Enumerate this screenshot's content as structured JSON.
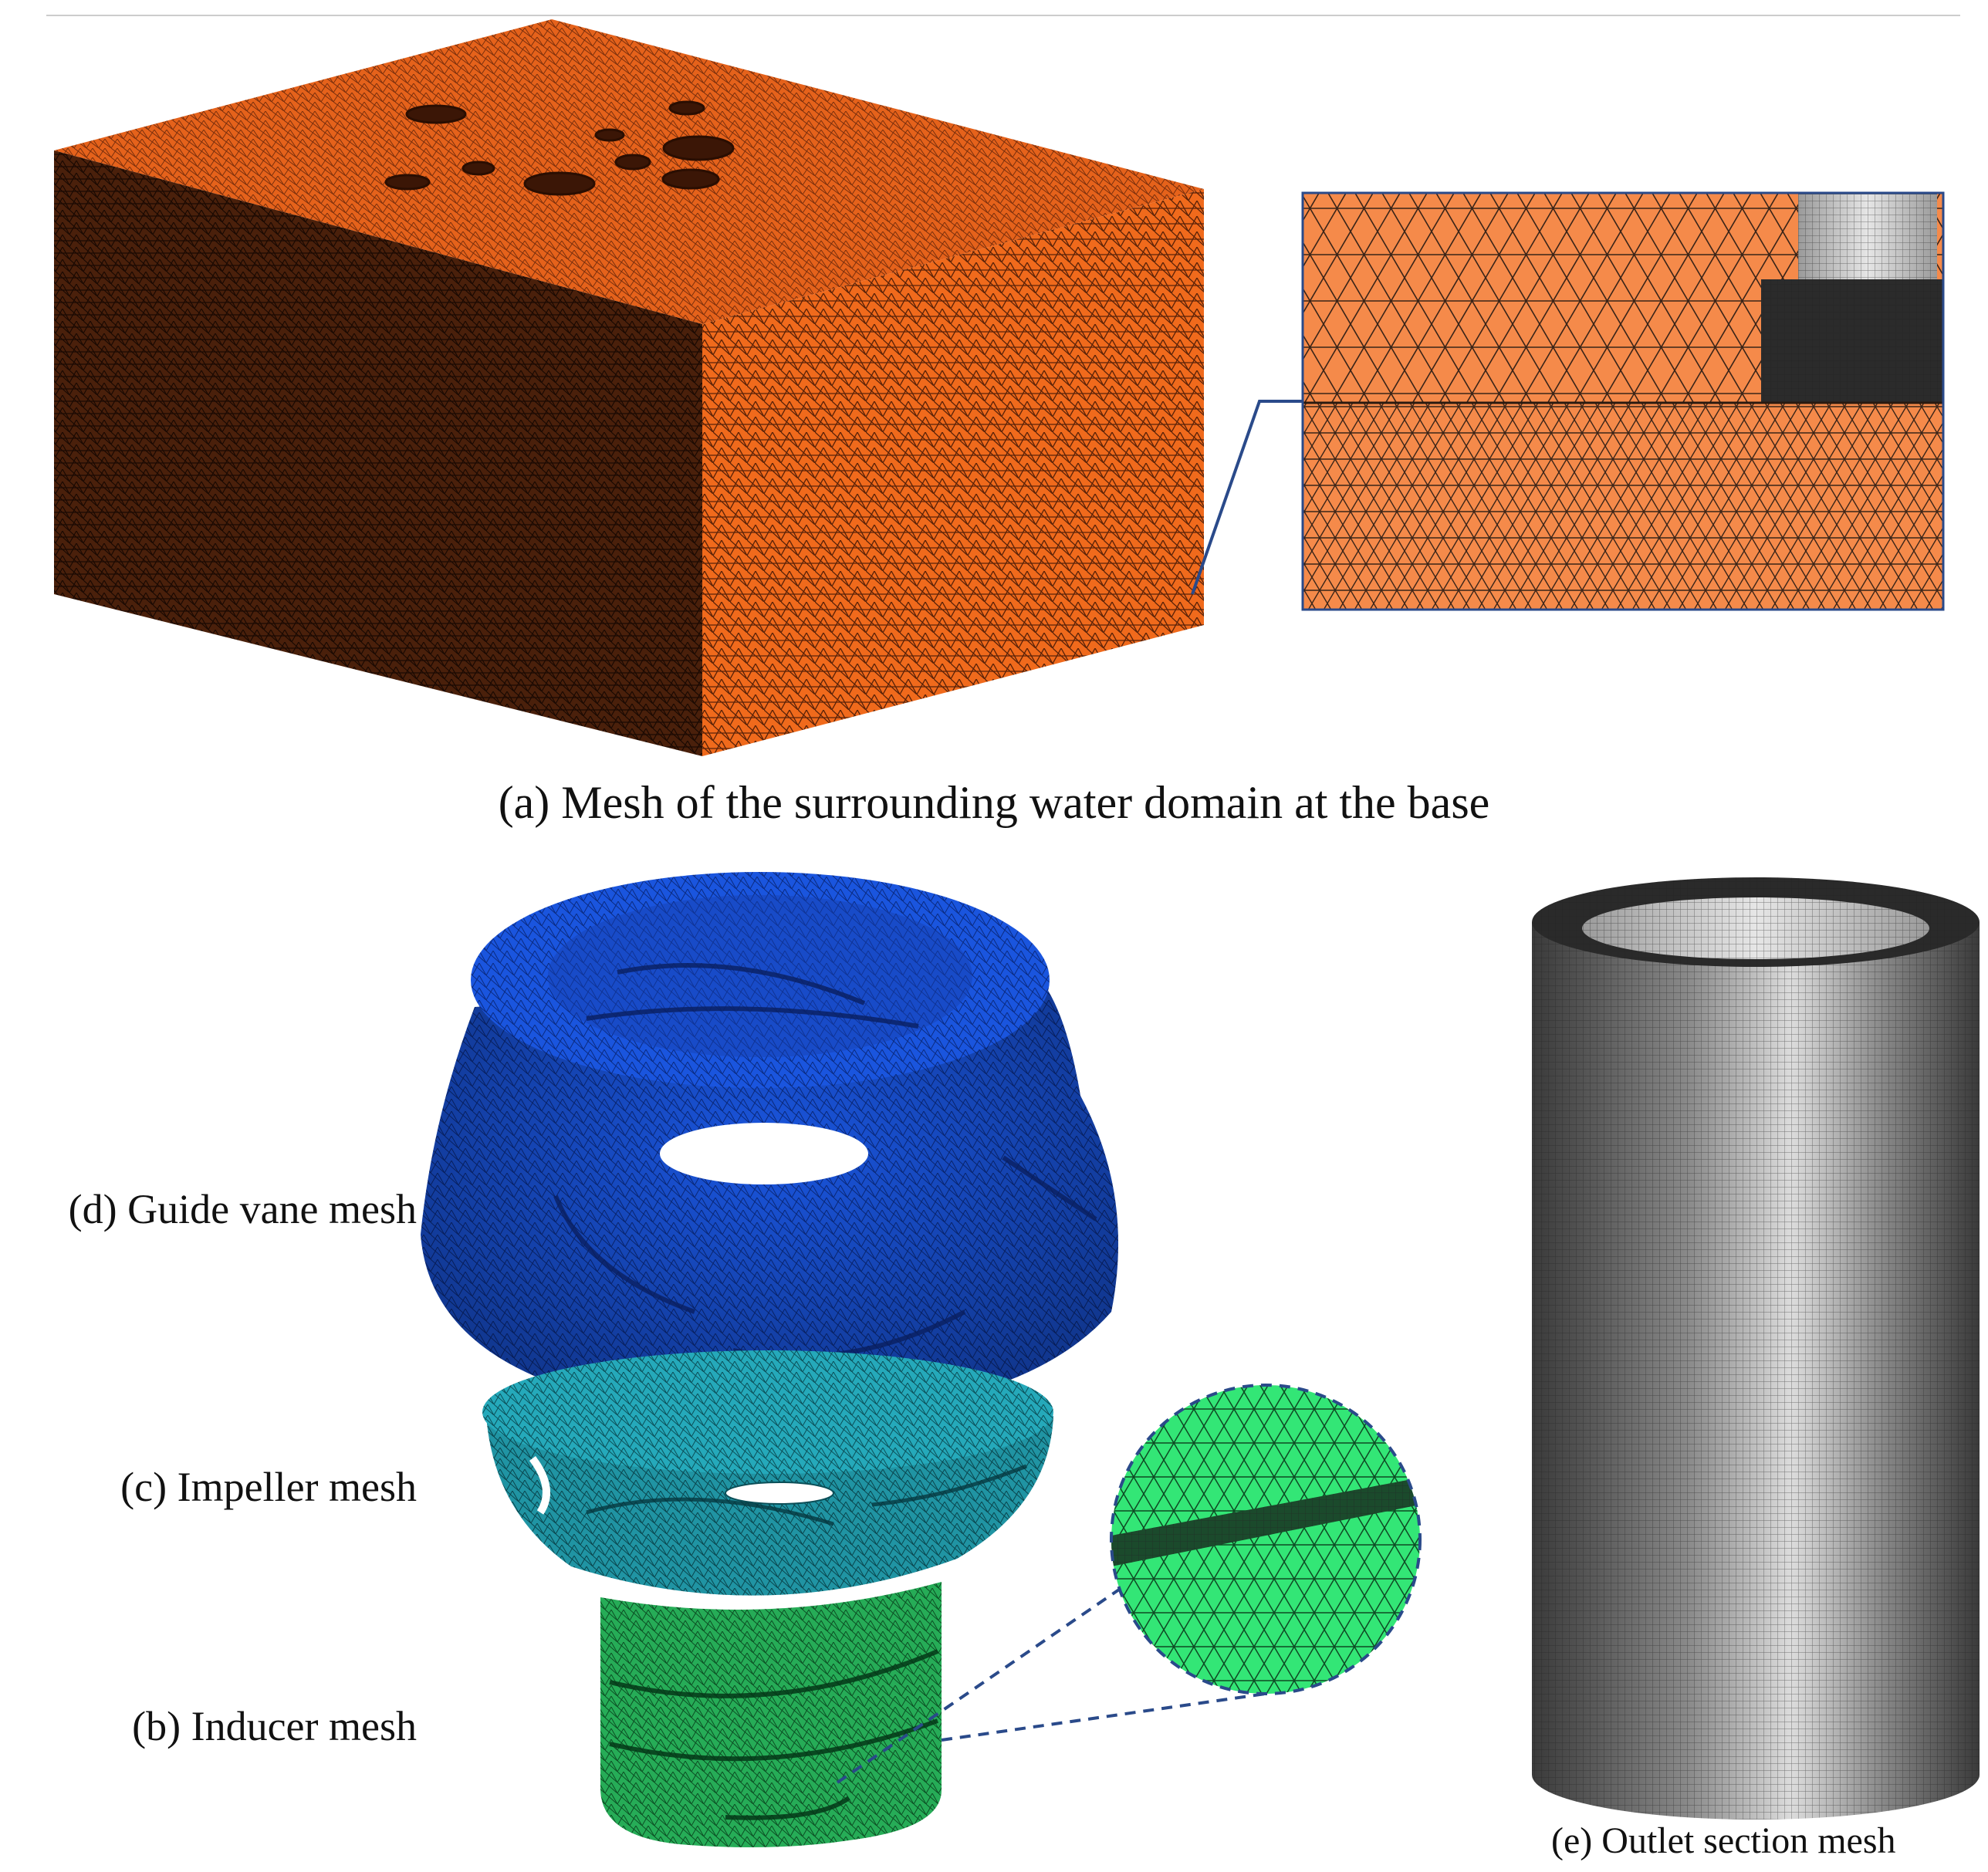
{
  "captions": {
    "a": "(a) Mesh of the surrounding water domain at the base",
    "b": "(b) Inducer mesh",
    "c": "(c) Impeller mesh",
    "d": "(d) Guide vane mesh",
    "e": "(e) Outlet section mesh"
  },
  "colors": {
    "water_domain_dark": "#3d1a08",
    "water_domain_top": "#e0601a",
    "water_domain_side": "#f06a1c",
    "zoom_fill": "#f58a4a",
    "guide_vane": "#1550d8",
    "impeller": "#20a8b8",
    "inducer": "#2ac060",
    "inducer_zoom": "#30e070",
    "outlet": "#8a8a8a",
    "connector": "#2a4a8a"
  }
}
